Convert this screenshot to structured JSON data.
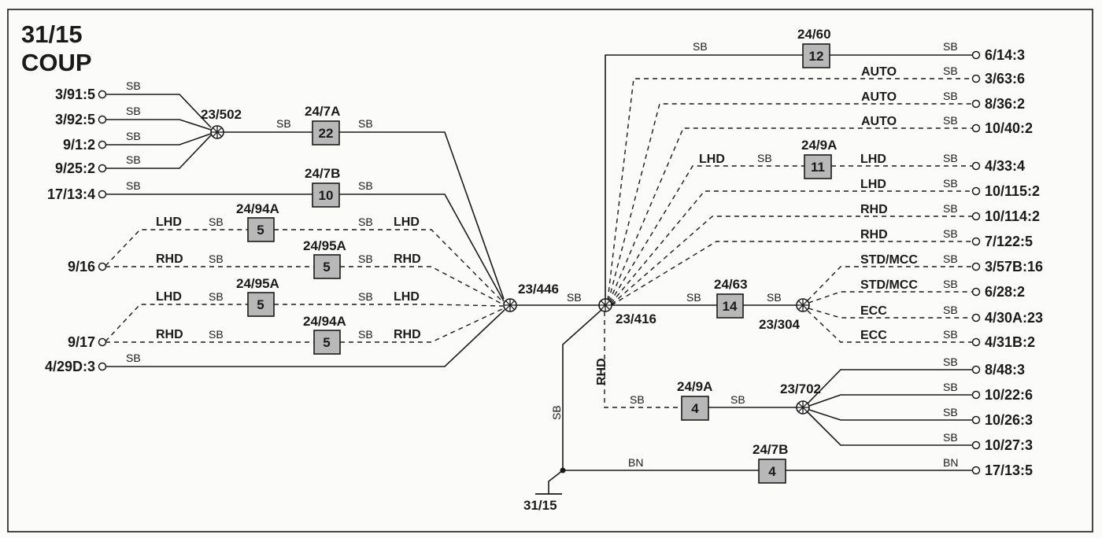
{
  "title": {
    "line1": "31/15",
    "line2": "COUP"
  },
  "terminals_left": {
    "t1": "3/91:5",
    "t2": "3/92:5",
    "t3": "9/1:2",
    "t4": "9/25:2",
    "t5": "17/13:4",
    "t6": "9/16",
    "t7": "9/17",
    "t8": "4/29D:3"
  },
  "terminals_right": {
    "r1": "6/14:3",
    "r2": "3/63:6",
    "r3": "8/36:2",
    "r4": "10/40:2",
    "r5": "4/33:4",
    "r6": "10/115:2",
    "r7": "10/114:2",
    "r8": "7/122:5",
    "r9": "3/57B:16",
    "r10": "6/28:2",
    "r11": "4/30A:23",
    "r12": "4/31B:2",
    "r13": "8/48:3",
    "r14": "10/22:6",
    "r15": "10/26:3",
    "r16": "10/27:3",
    "r17": "17/13:5"
  },
  "splices": {
    "s502": "23/502",
    "s446": "23/446",
    "s416": "23/416",
    "s304": "23/304",
    "s702": "23/702"
  },
  "ground": "31/15",
  "connectors": {
    "c7a": "24/7A",
    "c7b": "24/7B",
    "c94a1": "24/94A",
    "c95a1": "24/95A",
    "c95a2": "24/95A",
    "c94a2": "24/94A",
    "c60": "24/60",
    "c9a1": "24/9A",
    "c63": "24/63",
    "c9a2": "24/9A",
    "c7b2": "24/7B"
  },
  "pins": {
    "p22": "22",
    "p10": "10",
    "p5a": "5",
    "p5b": "5",
    "p5c": "5",
    "p5d": "5",
    "p12": "12",
    "p11": "11",
    "p14": "14",
    "p4a": "4",
    "p4b": "4"
  },
  "wire_colors": {
    "sb": "SB",
    "bn": "BN"
  },
  "options": {
    "lhd": "LHD",
    "rhd": "RHD",
    "auto": "AUTO",
    "std_mcc": "STD/MCC",
    "ecc": "ECC"
  }
}
